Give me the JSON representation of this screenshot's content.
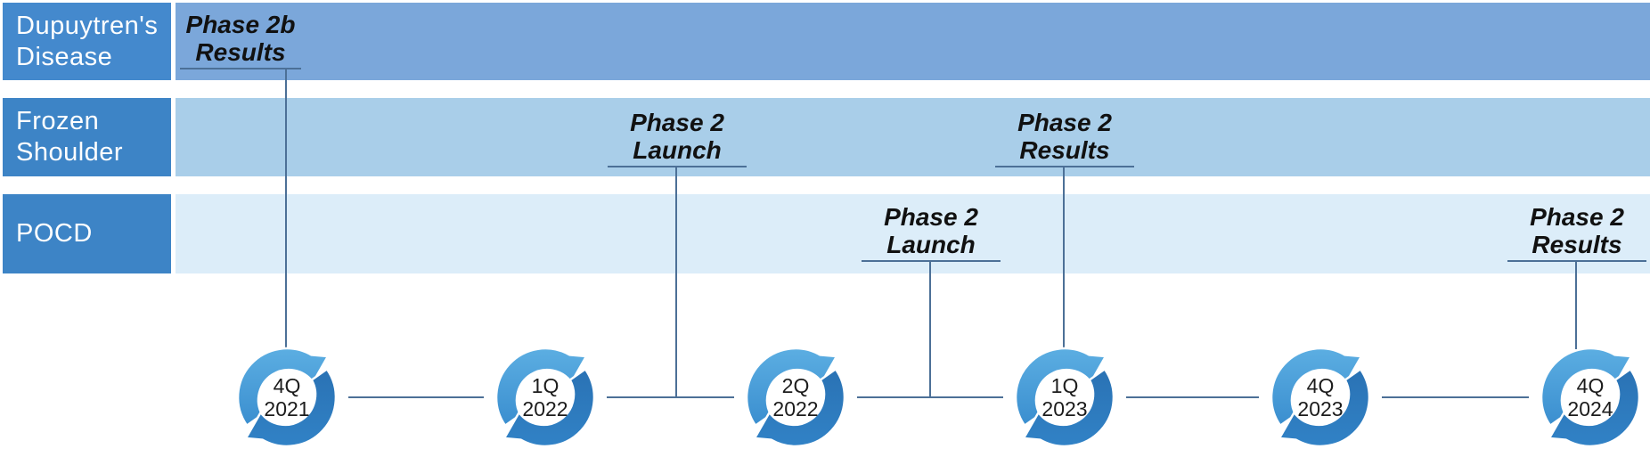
{
  "rows": [
    {
      "label": "Dupuytren's Disease"
    },
    {
      "label": "Frozen Shoulder"
    },
    {
      "label": "POCD"
    }
  ],
  "milestones": [
    {
      "row": "Dupuytren's Disease",
      "line1": "Phase 2b",
      "line2": "Results"
    },
    {
      "row": "Frozen Shoulder",
      "line1": "Phase 2",
      "line2": "Launch"
    },
    {
      "row": "Frozen Shoulder",
      "line1": "Phase 2",
      "line2": "Results"
    },
    {
      "row": "POCD",
      "line1": "Phase 2",
      "line2": "Launch"
    },
    {
      "row": "POCD",
      "line1": "Phase 2",
      "line2": "Results"
    }
  ],
  "timeline": [
    {
      "quarter": "4Q",
      "year": "2021"
    },
    {
      "quarter": "1Q",
      "year": "2022"
    },
    {
      "quarter": "2Q",
      "year": "2022"
    },
    {
      "quarter": "1Q",
      "year": "2023"
    },
    {
      "quarter": "4Q",
      "year": "2023"
    },
    {
      "quarter": "4Q",
      "year": "2024"
    }
  ],
  "colors": {
    "row1_label_bg": "#4489cd",
    "row23_label_bg": "#3d84c6",
    "row1_band_bg": "#7ba7da",
    "row2_band_bg": "#a9cee9",
    "row3_band_bg": "#dcedf9",
    "connector_line": "#4c7097",
    "cycle_arrow_light": "#459cd9",
    "cycle_arrow_dark": "#2b7cbf",
    "milestone_text": "#111111"
  }
}
